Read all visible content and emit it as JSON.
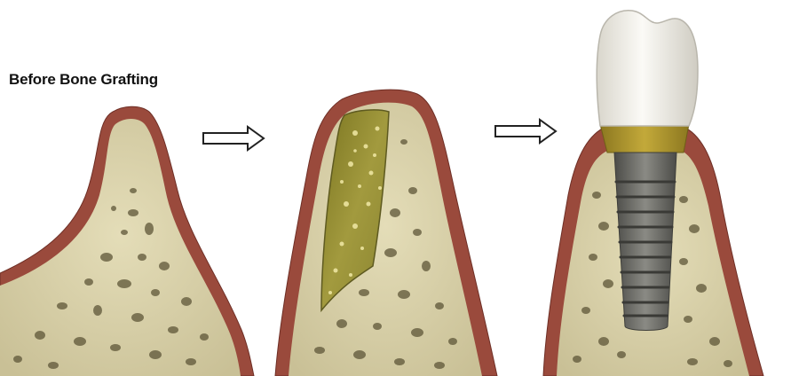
{
  "caption": "Before Bone Grafting",
  "colors": {
    "gum": "#9a4a3c",
    "gum_dark": "#6e2f26",
    "bone": "#d8d0a8",
    "bone_pore": "#5e5638",
    "graft": "#8f8a32",
    "graft_highlight": "#f1e9a6",
    "implant": "#6b6b66",
    "implant_thread": "#4a4a46",
    "crown": "#f1efe8",
    "collar": "#a68f27",
    "arrow": "#ffffff",
    "arrow_stroke": "#222222"
  },
  "stages": [
    {
      "name": "before-bone-grafting"
    },
    {
      "name": "after-bone-graft"
    },
    {
      "name": "implant-with-crown"
    }
  ]
}
